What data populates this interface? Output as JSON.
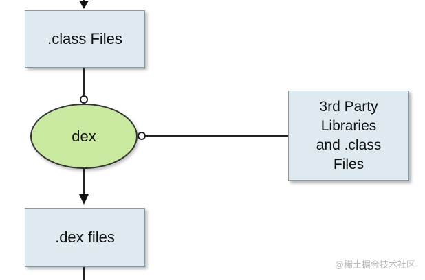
{
  "nodes": {
    "class_files": ".class Files",
    "dex": "dex",
    "third_party": "3rd Party\nLibraries\nand .class\nFiles",
    "dex_files": ".dex files"
  },
  "watermark": "@稀土掘金技术社区",
  "colors": {
    "box_fill": "#deeaf0",
    "ellipse_fill": "#c9e8a0",
    "line": "#333333"
  }
}
